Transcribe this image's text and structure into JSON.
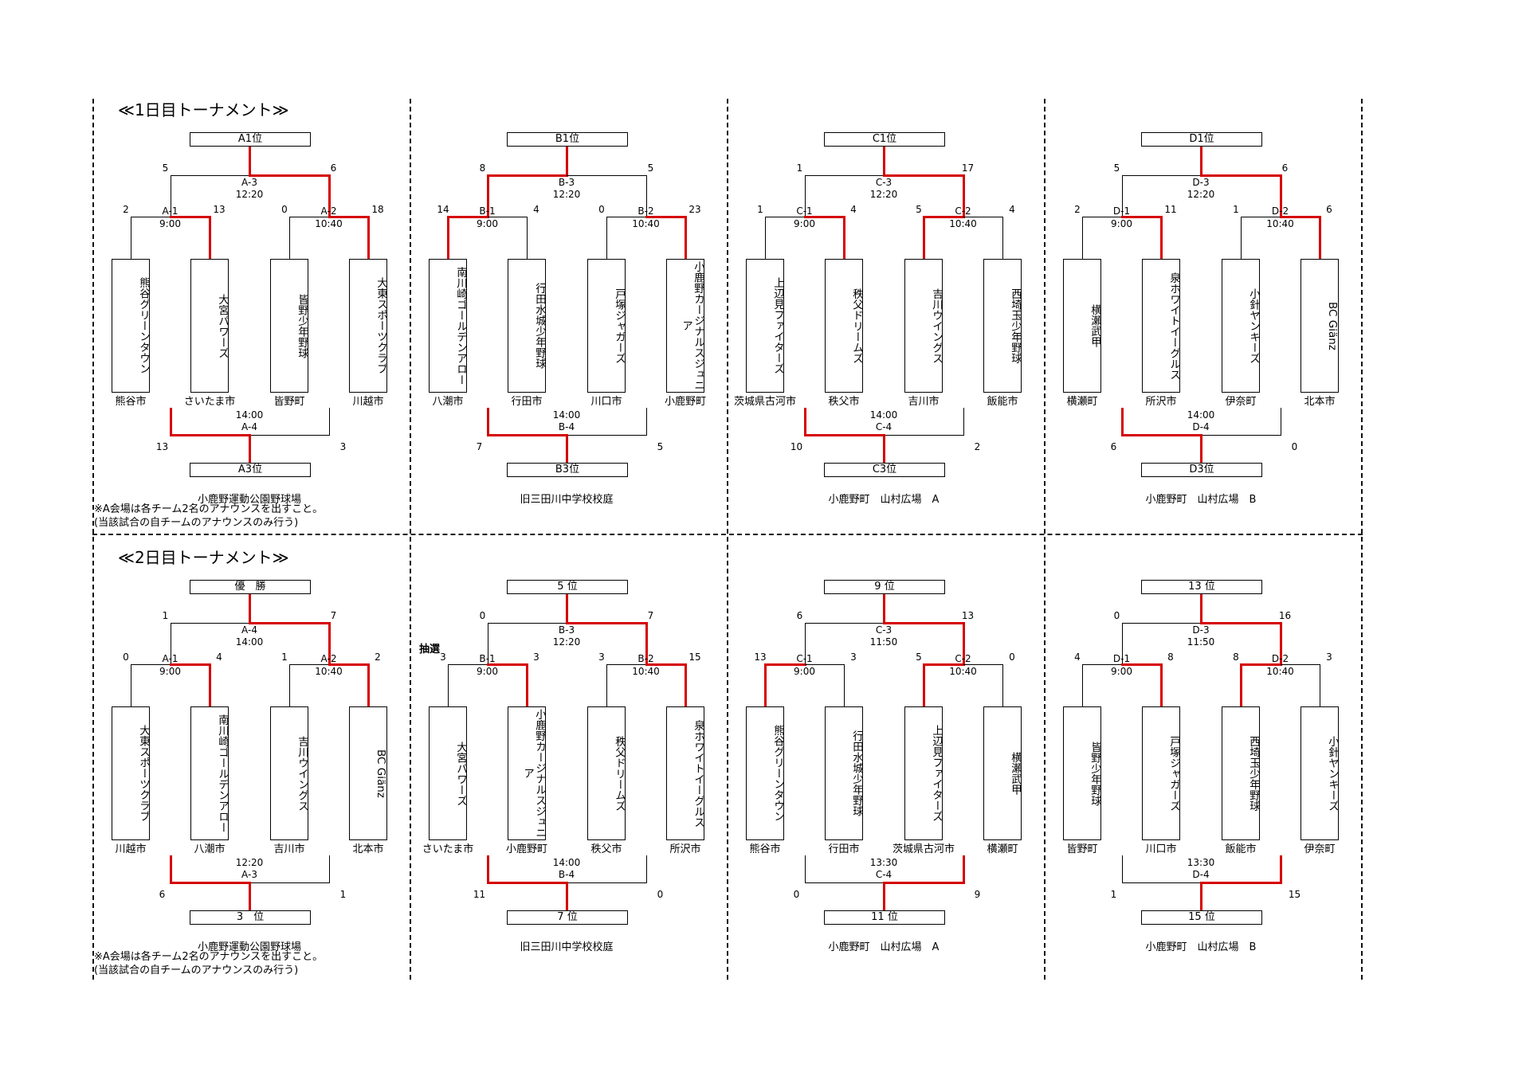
{
  "sections": [
    {
      "title": "≪1日目トーナメント≫",
      "notes": [
        "※A会場は各チーム2名のアナウンスを出すこと。",
        "(当該試合の自チームのアナウンスのみ行う)"
      ],
      "panels": [
        {
          "top_label": "A1位",
          "bottom_label": "A3位",
          "venue": "小鹿野運動公園野球場",
          "teams": [
            {
              "name": "熊谷グリーンタウン",
              "city": "熊谷市"
            },
            {
              "name": "大宮パワーズ",
              "city": "さいたま市"
            },
            {
              "name": "皆野少年野球",
              "city": "皆野町"
            },
            {
              "name": "大東スポーツクラブ",
              "city": "川越市"
            }
          ],
          "sf1": {
            "code": "A-1",
            "time": "9:00",
            "left": "2",
            "right": "13",
            "winner": "right"
          },
          "sf2": {
            "code": "A-2",
            "time": "10:40",
            "left": "0",
            "right": "18",
            "winner": "right"
          },
          "final": {
            "code": "A-3",
            "time": "12:20",
            "left": "5",
            "right": "6",
            "winner": "right"
          },
          "third": {
            "code": "A-4",
            "time": "14:00",
            "left": "13",
            "right": "3",
            "winner": "left"
          }
        },
        {
          "top_label": "B1位",
          "bottom_label": "B3位",
          "venue": "旧三田川中学校校庭",
          "teams": [
            {
              "name": "南川崎ゴールデンアロー",
              "city": "八潮市"
            },
            {
              "name": "行田水城少年野球",
              "city": "行田市"
            },
            {
              "name": "戸塚ジャガーズ",
              "city": "川口市"
            },
            {
              "name": "小鹿野カージナルスジュニア",
              "city": "小鹿野町"
            }
          ],
          "sf1": {
            "code": "B-1",
            "time": "9:00",
            "left": "14",
            "right": "4",
            "winner": "left"
          },
          "sf2": {
            "code": "B-2",
            "time": "10:40",
            "left": "0",
            "right": "23",
            "winner": "right"
          },
          "final": {
            "code": "B-3",
            "time": "12:20",
            "left": "8",
            "right": "5",
            "winner": "left"
          },
          "third": {
            "code": "B-4",
            "time": "14:00",
            "left": "7",
            "right": "5",
            "winner": "left"
          }
        },
        {
          "top_label": "C1位",
          "bottom_label": "C3位",
          "venue": "小鹿野町　山村広場　A",
          "teams": [
            {
              "name": "上辺見ファイターズ",
              "city": "茨城県古河市"
            },
            {
              "name": "秩父ドリームズ",
              "city": "秩父市"
            },
            {
              "name": "吉川ウイングス",
              "city": "吉川市"
            },
            {
              "name": "西埼玉少年野球",
              "city": "飯能市"
            }
          ],
          "sf1": {
            "code": "C-1",
            "time": "9:00",
            "left": "1",
            "right": "4",
            "winner": "right"
          },
          "sf2": {
            "code": "C-2",
            "time": "10:40",
            "left": "5",
            "right": "4",
            "winner": "left"
          },
          "final": {
            "code": "C-3",
            "time": "12:20",
            "left": "1",
            "right": "17",
            "winner": "right"
          },
          "third": {
            "code": "C-4",
            "time": "14:00",
            "left": "10",
            "right": "2",
            "winner": "left"
          }
        },
        {
          "top_label": "D1位",
          "bottom_label": "D3位",
          "venue": "小鹿野町　山村広場　B",
          "teams": [
            {
              "name": "横瀬武甲",
              "city": "横瀬町"
            },
            {
              "name": "泉ホワイトイーグルス",
              "city": "所沢市"
            },
            {
              "name": "小針ヤンキーズ",
              "city": "伊奈町"
            },
            {
              "name": "BC Giänz",
              "city": "北本市"
            }
          ],
          "sf1": {
            "code": "D-1",
            "time": "9:00",
            "left": "2",
            "right": "11",
            "winner": "right"
          },
          "sf2": {
            "code": "D-2",
            "time": "10:40",
            "left": "1",
            "right": "6",
            "winner": "right"
          },
          "final": {
            "code": "D-3",
            "time": "12:20",
            "left": "5",
            "right": "6",
            "winner": "right"
          },
          "third": {
            "code": "D-4",
            "time": "14:00",
            "left": "6",
            "right": "0",
            "winner": "left"
          }
        }
      ]
    },
    {
      "title": "≪2日目トーナメント≫",
      "notes": [
        "※A会場は各チーム2名のアナウンスを出すこと。",
        "(当該試合の自チームのアナウンスのみ行う)"
      ],
      "panels": [
        {
          "top_label": "優　勝",
          "bottom_label": "3　位",
          "venue": "小鹿野運動公園野球場",
          "teams": [
            {
              "name": "大東スポーツクラブ",
              "city": "川越市"
            },
            {
              "name": "南川崎ゴールデンアロー",
              "city": "八潮市"
            },
            {
              "name": "吉川ウイングス",
              "city": "吉川市"
            },
            {
              "name": "BC Giänz",
              "city": "北本市"
            }
          ],
          "sf1": {
            "code": "A-1",
            "time": "9:00",
            "left": "0",
            "right": "4",
            "winner": "right"
          },
          "sf2": {
            "code": "A-2",
            "time": "10:40",
            "left": "1",
            "right": "2",
            "winner": "right"
          },
          "final": {
            "code": "A-4",
            "time": "14:00",
            "left": "1",
            "right": "7",
            "winner": "right"
          },
          "third": {
            "code": "A-3",
            "time": "12:20",
            "left": "6",
            "right": "1",
            "winner": "left"
          }
        },
        {
          "top_label": "5 位",
          "bottom_label": "7 位",
          "venue": "旧三田川中学校校庭",
          "lottery": "抽選",
          "teams": [
            {
              "name": "大宮パワーズ",
              "city": "さいたま市"
            },
            {
              "name": "小鹿野カージナルスジュニア",
              "city": "小鹿野町"
            },
            {
              "name": "秩父ドリームズ",
              "city": "秩父市"
            },
            {
              "name": "泉ホワイトイーグルス",
              "city": "所沢市"
            }
          ],
          "sf1": {
            "code": "B-1",
            "time": "9:00",
            "left": "3",
            "right": "3",
            "winner": "right"
          },
          "sf2": {
            "code": "B-2",
            "time": "10:40",
            "left": "3",
            "right": "15",
            "winner": "right"
          },
          "final": {
            "code": "B-3",
            "time": "12:20",
            "left": "0",
            "right": "7",
            "winner": "right"
          },
          "third": {
            "code": "B-4",
            "time": "14:00",
            "left": "11",
            "right": "0",
            "winner": "left"
          }
        },
        {
          "top_label": "9 位",
          "bottom_label": "11 位",
          "venue": "小鹿野町　山村広場　A",
          "teams": [
            {
              "name": "熊谷グリーンタウン",
              "city": "熊谷市"
            },
            {
              "name": "行田水城少年野球",
              "city": "行田市"
            },
            {
              "name": "上辺見ファイターズ",
              "city": "茨城県古河市"
            },
            {
              "name": "横瀬武甲",
              "city": "横瀬町"
            }
          ],
          "sf1": {
            "code": "C-1",
            "time": "9:00",
            "left": "13",
            "right": "3",
            "winner": "left"
          },
          "sf2": {
            "code": "C-2",
            "time": "10:40",
            "left": "5",
            "right": "0",
            "winner": "left"
          },
          "final": {
            "code": "C-3",
            "time": "11:50",
            "left": "6",
            "right": "13",
            "winner": "right"
          },
          "third": {
            "code": "C-4",
            "time": "13:30",
            "left": "0",
            "right": "9",
            "winner": "right"
          }
        },
        {
          "top_label": "13 位",
          "bottom_label": "15 位",
          "venue": "小鹿野町　山村広場　B",
          "teams": [
            {
              "name": "皆野少年野球",
              "city": "皆野町"
            },
            {
              "name": "戸塚ジャガーズ",
              "city": "川口市"
            },
            {
              "name": "西埼玉少年野球",
              "city": "飯能市"
            },
            {
              "name": "小針ヤンキーズ",
              "city": "伊奈町"
            }
          ],
          "sf1": {
            "code": "D-1",
            "time": "9:00",
            "left": "4",
            "right": "8",
            "winner": "right"
          },
          "sf2": {
            "code": "D-2",
            "time": "10:40",
            "left": "8",
            "right": "3",
            "winner": "left"
          },
          "final": {
            "code": "D-3",
            "time": "11:50",
            "left": "0",
            "right": "16",
            "winner": "right"
          },
          "third": {
            "code": "D-4",
            "time": "13:30",
            "left": "1",
            "right": "15",
            "winner": "right"
          }
        }
      ]
    }
  ]
}
